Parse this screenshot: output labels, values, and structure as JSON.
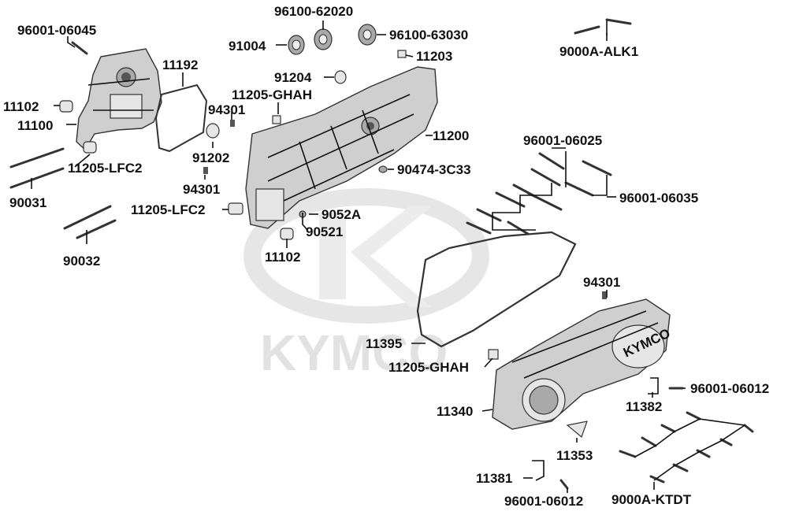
{
  "watermark": {
    "brand_text": "KYMCO"
  },
  "casing_logo": "KYMCO",
  "labels": {
    "p96001_06045": "96001-06045",
    "p11192": "11192",
    "p96100_62020": "96100-62020",
    "p91004": "91004",
    "p96100_63030": "96100-63030",
    "p11203": "11203",
    "p9000A_ALK1": "9000A-ALK1",
    "p91204": "91204",
    "p11102_a": "11102",
    "p11205_GHAH_a": "11205-GHAH",
    "p94301_a": "94301",
    "p11100": "11100",
    "p11200": "11200",
    "p91202": "91202",
    "p11205_LFC2_a": "11205-LFC2",
    "p96001_06025": "96001-06025",
    "p90474_3C33": "90474-3C33",
    "p94301_b": "94301",
    "p96001_06035": "96001-06035",
    "p90031": "90031",
    "p11205_LFC2_b": "11205-LFC2",
    "p9052A": "9052A",
    "p90521": "90521",
    "p11102_b": "11102",
    "p90032": "90032",
    "p94301_c": "94301",
    "p11395": "11395",
    "p11205_GHAH_b": "11205-GHAH",
    "p96001_06012_a": "96001-06012",
    "p11382": "11382",
    "p11340": "11340",
    "p11353": "11353",
    "p11381": "11381",
    "p96001_06012_b": "96001-06012",
    "p9000A_KTDT": "9000A-KTDT"
  }
}
